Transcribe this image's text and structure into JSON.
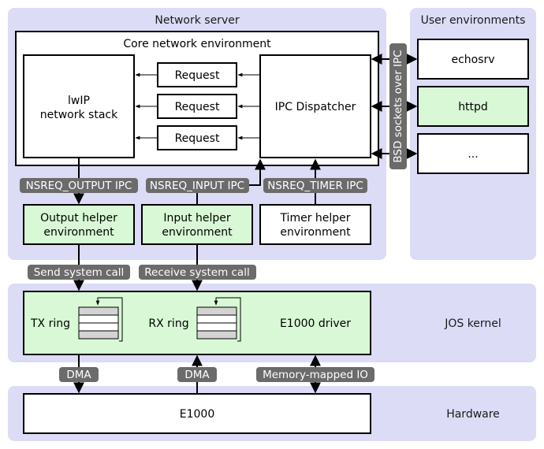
{
  "regions": {
    "network_server": "Network server",
    "user_environments": "User environments",
    "jos_kernel": "JOS kernel",
    "hardware": "Hardware"
  },
  "core": {
    "title": "Core network environment",
    "lwip_line1": "lwIP",
    "lwip_line2": "network stack",
    "requests": [
      "Request",
      "Request",
      "Request"
    ],
    "dispatcher": "IPC Dispatcher"
  },
  "user_envs": [
    "echosrv",
    "httpd",
    "..."
  ],
  "ipc_tag": "BSD sockets over IPC",
  "helpers": {
    "output_line1": "Output helper",
    "output_line2": "environment",
    "input_line1": "Input helper",
    "input_line2": "environment",
    "timer_line1": "Timer helper",
    "timer_line2": "environment"
  },
  "tags": {
    "output_ipc": "NSREQ_OUTPUT IPC",
    "input_ipc": "NSREQ_INPUT IPC",
    "timer_ipc": "NSREQ_TIMER IPC",
    "send_call": "Send system call",
    "receive_call": "Receive system call",
    "dma_tx": "DMA",
    "dma_rx": "DMA",
    "mmio": "Memory-mapped IO"
  },
  "kernel": {
    "tx_ring": "TX ring",
    "rx_ring": "RX ring",
    "driver": "E1000 driver"
  },
  "hw": {
    "device": "E1000"
  },
  "colors": {
    "region": "#dcdcf7",
    "green_box": "#d9f9d6",
    "tag_bg": "#6b6b6b"
  }
}
